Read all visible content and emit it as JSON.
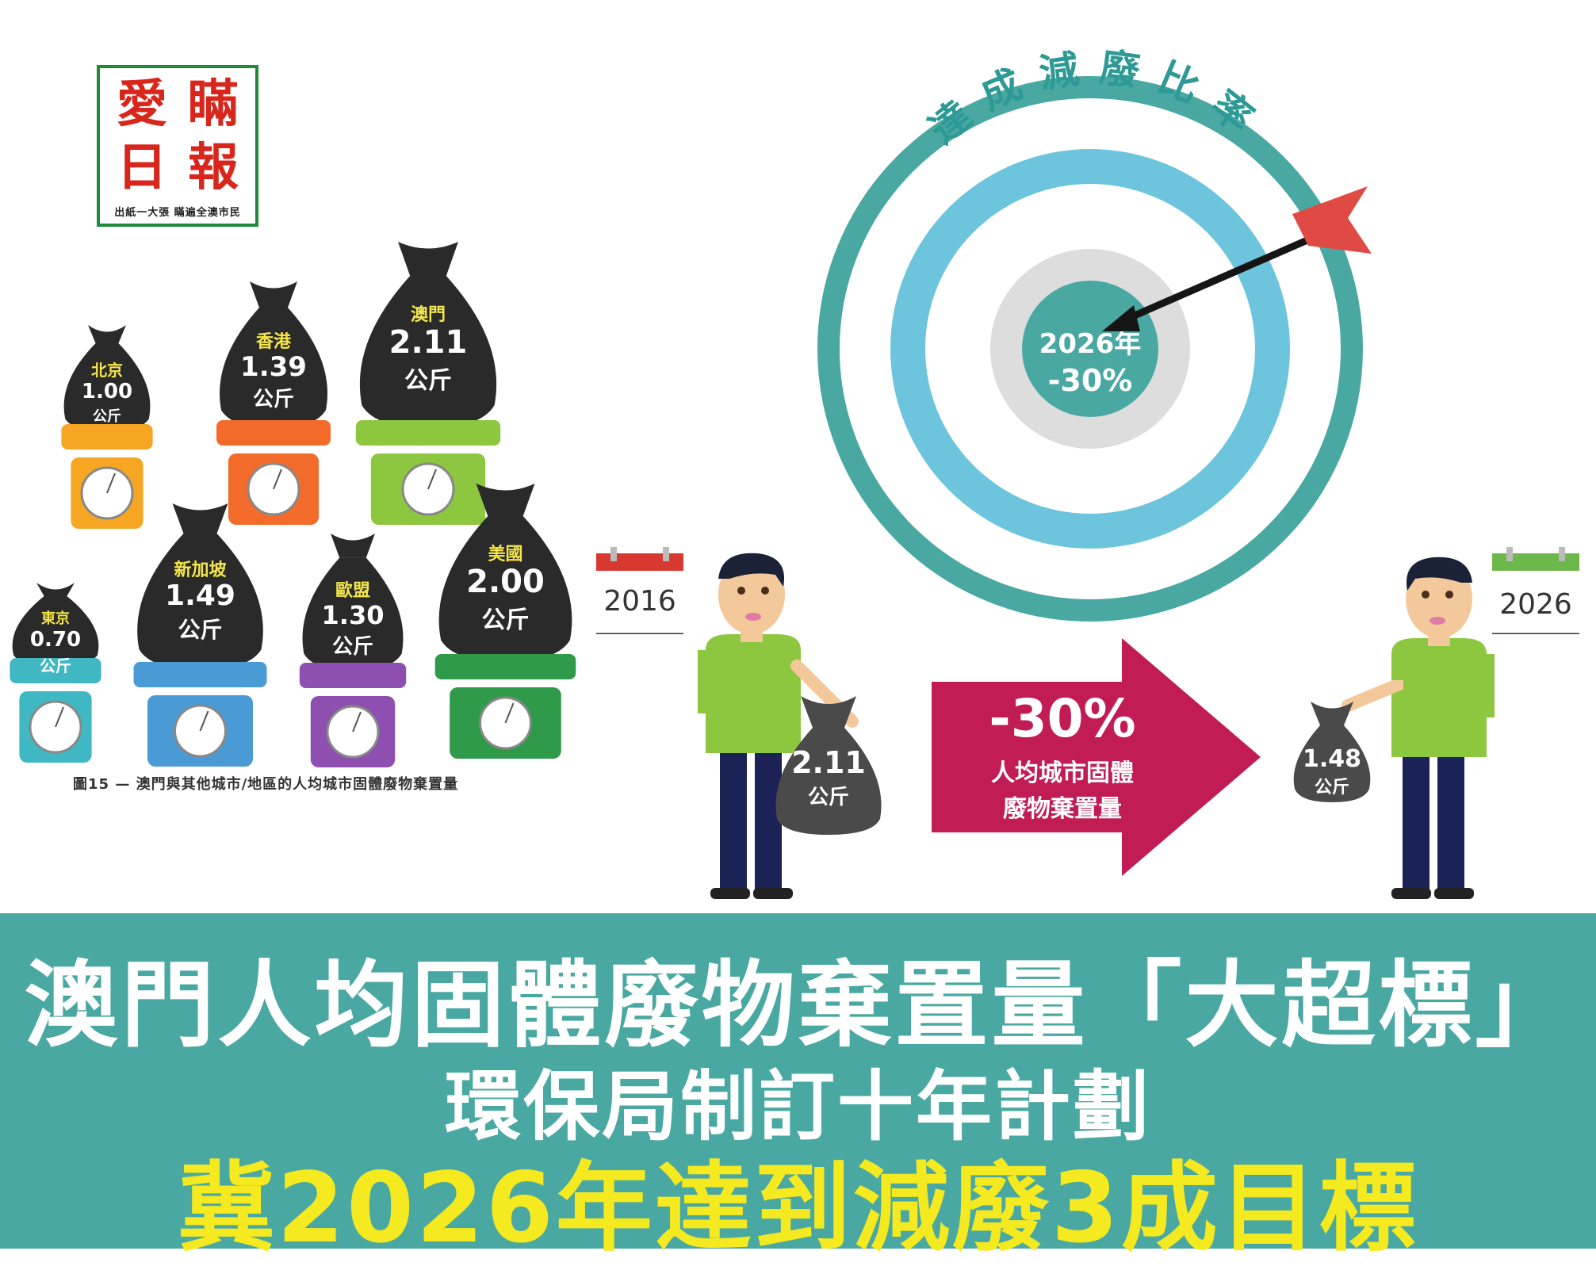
{
  "logo": {
    "chars": [
      "愛",
      "瞞",
      "日",
      "報"
    ],
    "tagline": "出紙一大張 瞞遍全澳市民"
  },
  "bags": [
    {
      "city": "北京",
      "value": "1.00",
      "unit": "公斤",
      "scale_color": "#f6a623"
    },
    {
      "city": "香港",
      "value": "1.39",
      "unit": "公斤",
      "scale_color": "#f26b2a"
    },
    {
      "city": "澳門",
      "value": "2.11",
      "unit": "公斤",
      "scale_color": "#8dc63f"
    },
    {
      "city": "東京",
      "value": "0.70",
      "unit": "公斤",
      "scale_color": "#3fb8c4"
    },
    {
      "city": "新加坡",
      "value": "1.49",
      "unit": "公斤",
      "scale_color": "#4a9ad6"
    },
    {
      "city": "歐盟",
      "value": "1.30",
      "unit": "公斤",
      "scale_color": "#8e4fb0"
    },
    {
      "city": "美國",
      "value": "2.00",
      "unit": "公斤",
      "scale_color": "#2f9a4a"
    }
  ],
  "caption": "圖15 — 澳門與其他城市/地區的人均城市固體廢物棄置量",
  "target": {
    "ring_title": "達成減廢比率",
    "center_year": "2026年",
    "center_pct": "-30%"
  },
  "timeline": {
    "start_year": "2016",
    "end_year": "2026",
    "start_bag_value": "2.11",
    "start_bag_unit": "公斤",
    "end_bag_value": "1.48",
    "end_bag_unit": "公斤",
    "arrow_pct": "-30%",
    "arrow_line1": "人均城市固體",
    "arrow_line2": "廢物棄置量"
  },
  "headline": {
    "line1": "澳門人均固體廢物棄置量「大超標」",
    "line2": "環保局制訂十年計劃",
    "line3": "冀2026年達到減廢3成目標"
  },
  "colors": {
    "teal": "#4aa8a2",
    "light_blue": "#6cc4dd",
    "arrow_magenta": "#c21c54",
    "shirt_green": "#8dc63f",
    "headline_yellow": "#f5ea1f"
  }
}
